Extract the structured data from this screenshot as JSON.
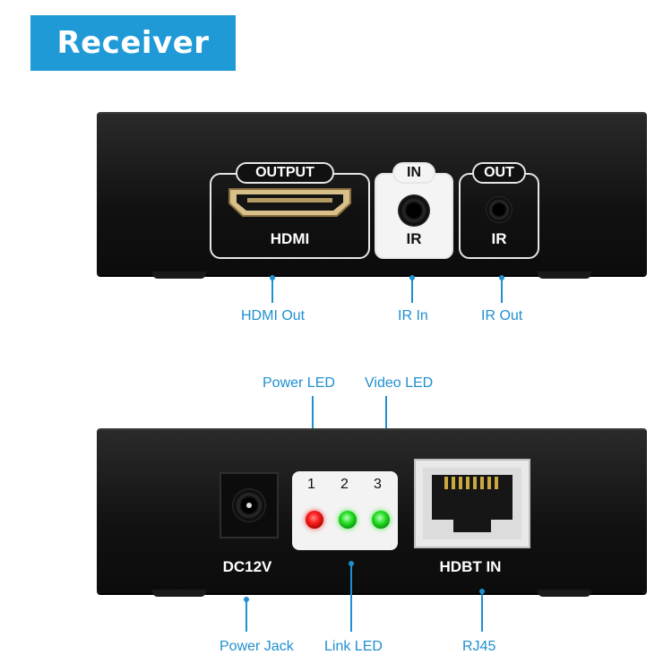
{
  "banner": {
    "title": "Receiver"
  },
  "top_device": {
    "hdmi_panel": {
      "tab": "OUTPUT",
      "label": "HDMI"
    },
    "ir_in_panel": {
      "tab": "IN",
      "label": "IR"
    },
    "ir_out_panel": {
      "tab": "OUT",
      "label": "IR"
    }
  },
  "bottom_device": {
    "power_label": "DC12V",
    "led_numbers": [
      "1",
      "2",
      "3"
    ],
    "rj45_label": "HDBT IN"
  },
  "callouts": {
    "hdmi_out": "HDMI Out",
    "ir_in": "IR In",
    "ir_out": "IR Out",
    "power_led": "Power LED",
    "video_led": "Video LED",
    "power_jack": "Power Jack",
    "link_led": "Link LED",
    "rj45": "RJ45"
  },
  "colors": {
    "accent": "#1f9ad6",
    "led_power": "#ff2020",
    "led_link": "#22dd22",
    "led_video": "#22dd22"
  }
}
